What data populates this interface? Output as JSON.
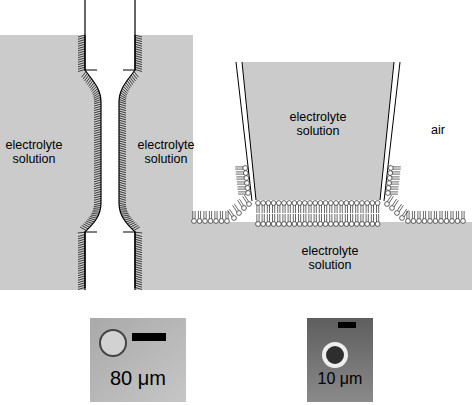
{
  "diagram": {
    "nodes": [
      {
        "text": [
          "electrolyte solution"
        ]
      },
      {
        "text": [
          "electrolyte solution"
        ]
      },
      {
        "text": [
          "electrolyte solution"
        ]
      },
      {
        "text": [
          "electrolyte solution"
        ]
      },
      {
        "text": [
          "80 μm"
        ]
      },
      {
        "text": [
          "10 μm"
        ]
      }
    ],
    "labels": [
      "air"
    ]
  }
}
